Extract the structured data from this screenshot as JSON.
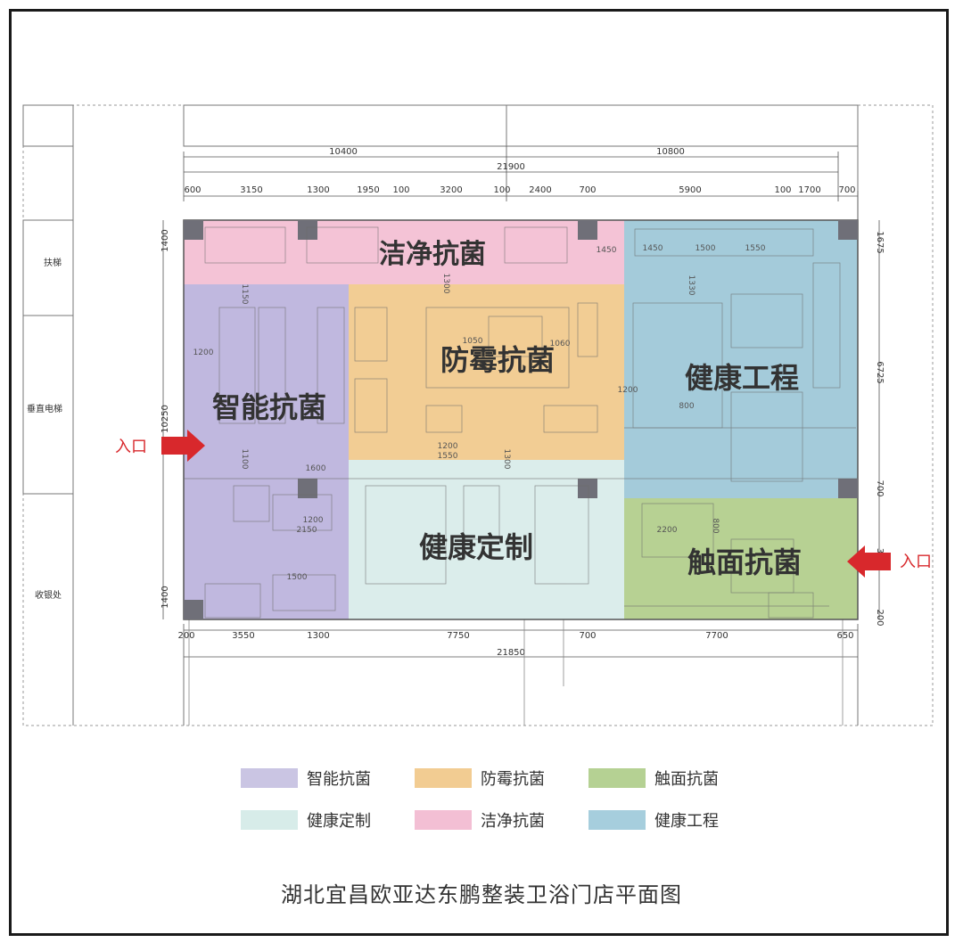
{
  "plan": {
    "side_labels": [
      "扶梯",
      "垂直电梯",
      "收银处"
    ],
    "entrance_label": "入口",
    "zones": [
      {
        "key": "clean",
        "label": "洁净抗菌",
        "color": "#f2b8cf"
      },
      {
        "key": "smart",
        "label": "智能抗菌",
        "color": "#b9b0dc"
      },
      {
        "key": "mold",
        "label": "防霉抗菌",
        "color": "#f1c888"
      },
      {
        "key": "health_eng",
        "label": "健康工程",
        "color": "#9fc8d8"
      },
      {
        "key": "custom",
        "label": "健康定制",
        "color": "#d9ecea"
      },
      {
        "key": "touch",
        "label": "触面抗菌",
        "color": "#b3cf8d"
      }
    ],
    "dims_top_row1": [
      "10400",
      "10800"
    ],
    "dims_top_total": "21900",
    "dims_top_row3": [
      "600",
      "3150",
      "1300",
      "1950",
      "100",
      "3200",
      "100",
      "2400",
      "700",
      "5900",
      "100",
      "1700",
      "700"
    ],
    "dims_bottom_row": [
      "200",
      "3550",
      "1300",
      "7750",
      "700",
      "7700",
      "650"
    ],
    "dims_bottom_total": "21850",
    "dims_left": [
      "1400",
      "10250",
      "1400"
    ],
    "dims_right": [
      "1675",
      "6725",
      "700",
      "3",
      "200"
    ],
    "inner_dims": [
      "1150",
      "1200",
      "1100",
      "1600",
      "1200",
      "2150",
      "1500",
      "1300",
      "1050",
      "1060",
      "1200",
      "1200",
      "1550",
      "1300",
      "1450",
      "1450",
      "1500",
      "1550",
      "1330",
      "800",
      "2200",
      "800"
    ]
  },
  "legend": [
    {
      "label": "智能抗菌",
      "color": "#cac5e3"
    },
    {
      "label": "防霉抗菌",
      "color": "#f2cc92"
    },
    {
      "label": "触面抗菌",
      "color": "#b5d193"
    },
    {
      "label": "健康定制",
      "color": "#d7ece9"
    },
    {
      "label": "洁净抗菌",
      "color": "#f3bfd4"
    },
    {
      "label": "健康工程",
      "color": "#a6cedd"
    }
  ],
  "caption": "湖北宜昌欧亚达东鹏整装卫浴门店平面图"
}
